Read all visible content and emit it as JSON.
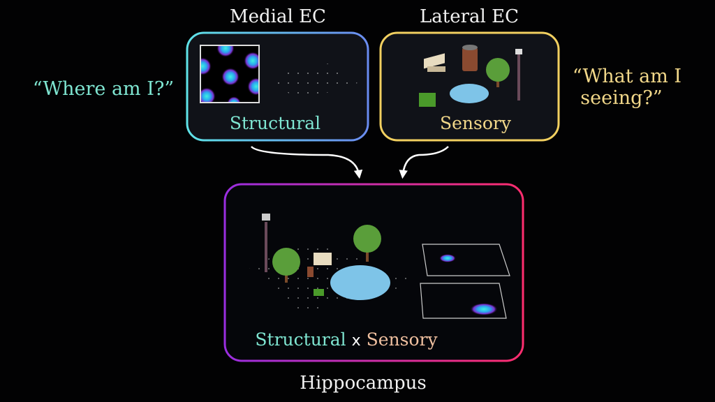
{
  "medial": {
    "title": "Medial EC",
    "label": "Structural",
    "border_from": "#5fe3e8",
    "border_to": "#6a8cf0"
  },
  "lateral": {
    "title": "Lateral EC",
    "label": "Sensory",
    "border": "#f2d060"
  },
  "quotes": {
    "left": "“Where am I?”",
    "right_line1": "“What am I",
    "right_line2": "seeing?”"
  },
  "hippocampus": {
    "title": "Hippocampus",
    "label_structural": "Structural",
    "label_x": "x",
    "label_sensory": "Sensory",
    "border_from": "#9a2ee0",
    "border_to": "#ff2d6e"
  },
  "colors": {
    "structural_text": "#7fe6d2",
    "sensory_text": "#f2d88a",
    "sensory_conj_text": "#f0c0a0",
    "background": "#020203"
  }
}
